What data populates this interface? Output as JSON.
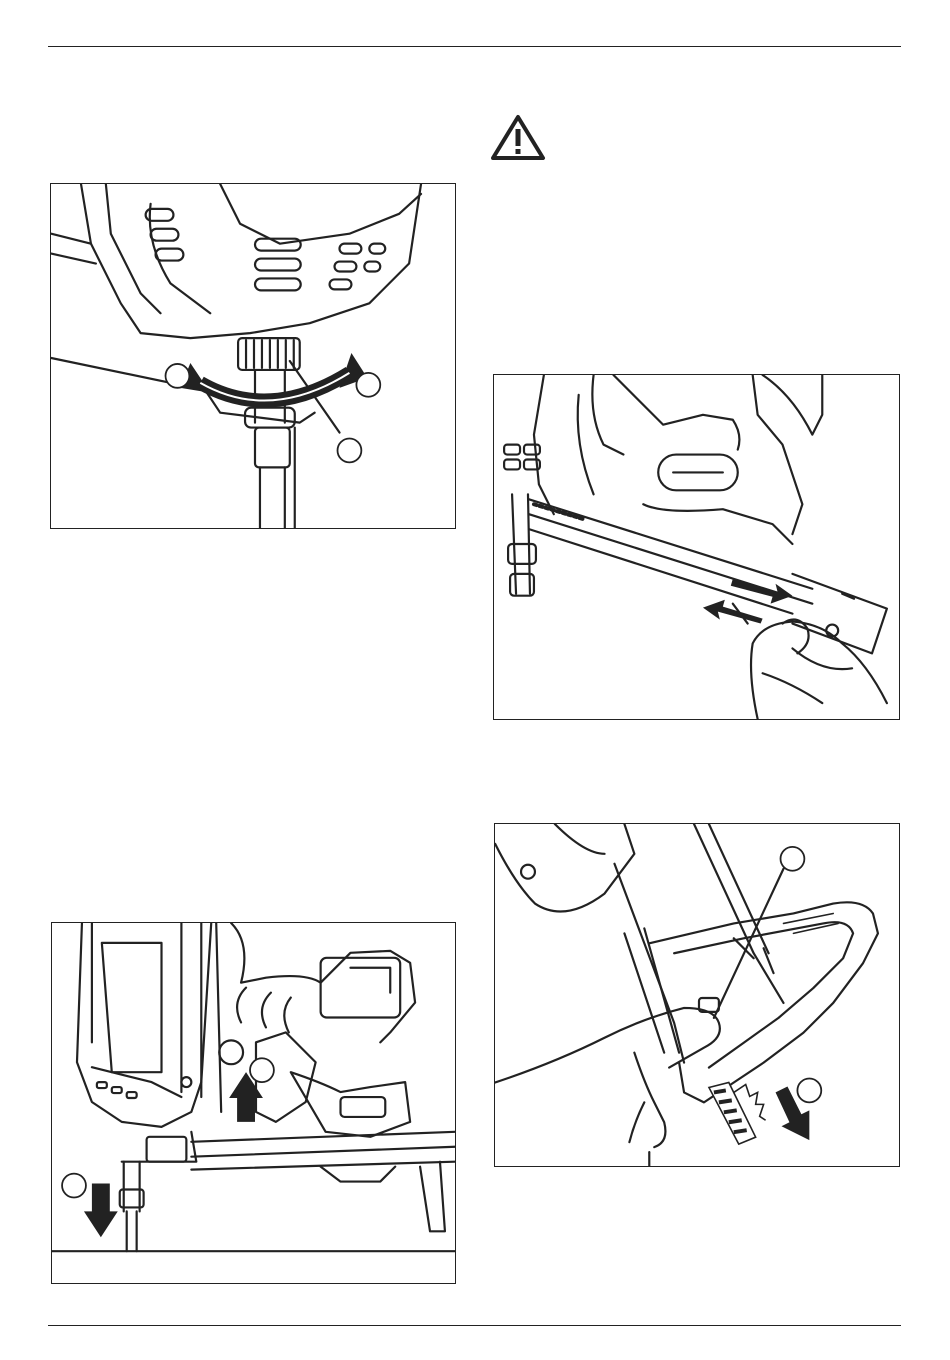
{
  "page": {
    "background": "#ffffff",
    "line_color": "#222222"
  },
  "icons": {
    "warning": "warning-triangle-icon",
    "rotate_arrow": "double-curved-arrow-icon",
    "arrow_up": "arrow-up-icon",
    "arrow_down": "arrow-down-icon"
  },
  "figures": {
    "depth_adjust": "depth-adjustment-illustration",
    "magazine_slide": "magazine-slide-illustration",
    "nail_pusher": "nail-pusher-release-illustration",
    "nail_strip": "nail-strip-removal-illustration"
  }
}
